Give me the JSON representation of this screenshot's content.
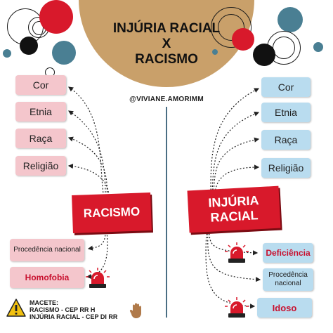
{
  "title": {
    "line1": "INJÚRIA RACIAL",
    "line2": "X",
    "line3": "RACISMO"
  },
  "handle": "@VIVIANE.AMORIMM",
  "left": {
    "items": [
      "Cor",
      "Etnia",
      "Raça",
      "Religião"
    ],
    "banner": "RACISMO",
    "bottom_items": [
      "Procedência nacional",
      "Homofobia"
    ]
  },
  "right": {
    "items": [
      "Cor",
      "Etnia",
      "Raça",
      "Religião"
    ],
    "banner_line1": "INJÚRIA",
    "banner_line2": "RACIAL",
    "bottom_items": [
      "Deficiência",
      "Procedência nacional",
      "Idoso"
    ]
  },
  "note": {
    "title": "MACETE:",
    "line1": "RACISMO - CEP RR H",
    "line2": "INJÚRIA RACIAL - CEP DI RR"
  },
  "colors": {
    "pink": "#f4c6cc",
    "blue": "#b9dcef",
    "red": "#d8192b",
    "tan": "#c9a06a",
    "teal": "#4a7f93"
  },
  "icons": [
    "siren-icon",
    "warning-icon",
    "hand-icon"
  ]
}
